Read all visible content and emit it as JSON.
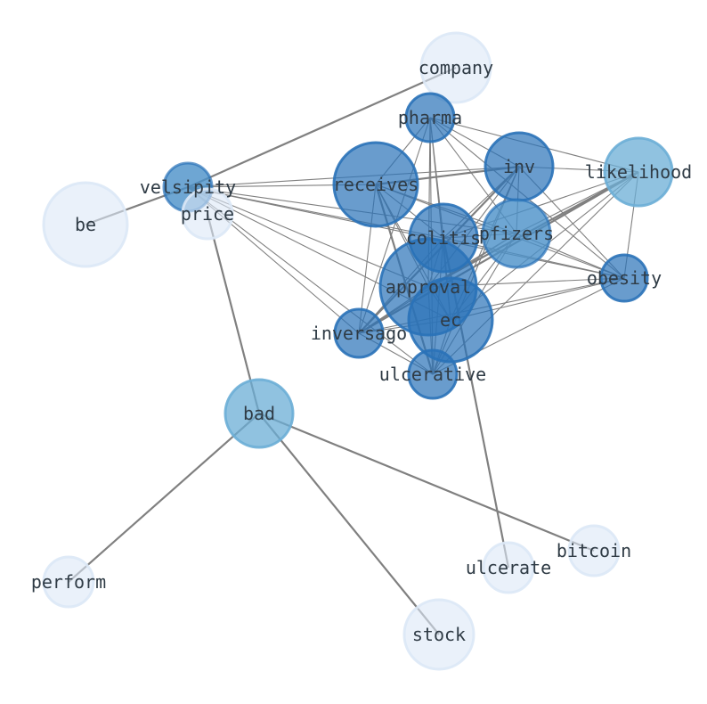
{
  "graph": {
    "colors": {
      "faint": "#dce8f6",
      "light": "#6baed6",
      "mid": "#4a90c8",
      "dark": "#2a72b8",
      "edge": "#808080",
      "label": "#2f3b45"
    },
    "nodes": [
      {
        "id": "company",
        "label": "company",
        "tone": "faint"
      },
      {
        "id": "pharma",
        "label": "pharma",
        "tone": "dark"
      },
      {
        "id": "inv",
        "label": "inv",
        "tone": "dark"
      },
      {
        "id": "likelihood",
        "label": "likelihood",
        "tone": "light"
      },
      {
        "id": "receives",
        "label": "receives",
        "tone": "dark"
      },
      {
        "id": "velsipity",
        "label": "velsipity",
        "tone": "mid"
      },
      {
        "id": "price",
        "label": "price",
        "tone": "faint"
      },
      {
        "id": "be",
        "label": "be",
        "tone": "faint"
      },
      {
        "id": "colitis",
        "label": "colitis",
        "tone": "dark"
      },
      {
        "id": "pfizers",
        "label": "pfizers",
        "tone": "mid"
      },
      {
        "id": "obesity",
        "label": "obesity",
        "tone": "dark"
      },
      {
        "id": "approval",
        "label": "approval",
        "tone": "dark"
      },
      {
        "id": "ec",
        "label": "ec",
        "tone": "dark"
      },
      {
        "id": "inversago",
        "label": "inversago",
        "tone": "dark"
      },
      {
        "id": "ulcerative",
        "label": "ulcerative",
        "tone": "dark"
      },
      {
        "id": "bad",
        "label": "bad",
        "tone": "light"
      },
      {
        "id": "bitcoin",
        "label": "bitcoin",
        "tone": "faint"
      },
      {
        "id": "ulcerate",
        "label": "ulcerate",
        "tone": "faint"
      },
      {
        "id": "perform",
        "label": "perform",
        "tone": "faint"
      },
      {
        "id": "stock",
        "label": "stock",
        "tone": "faint"
      }
    ],
    "edges": [
      {
        "source": "company",
        "target": "velsipity",
        "weight": 2
      },
      {
        "source": "velsipity",
        "target": "be",
        "weight": 2
      },
      {
        "source": "price",
        "target": "bad",
        "weight": 2
      },
      {
        "source": "bad",
        "target": "perform",
        "weight": 2
      },
      {
        "source": "bad",
        "target": "stock",
        "weight": 2
      },
      {
        "source": "bad",
        "target": "bitcoin",
        "weight": 2
      },
      {
        "source": "ulcerate",
        "target": "colitis",
        "weight": 2
      },
      {
        "source": "receives",
        "target": "inv",
        "weight": 2
      },
      {
        "source": "approval",
        "target": "likelihood",
        "weight": 2
      },
      {
        "source": "inversago",
        "target": "likelihood",
        "weight": 2
      },
      {
        "source": "receives",
        "target": "ulcerative",
        "weight": 2
      },
      {
        "source": "inversago",
        "target": "inv",
        "weight": 2
      },
      {
        "source": "pharma",
        "target": "inv",
        "weight": 1
      },
      {
        "source": "pharma",
        "target": "likelihood",
        "weight": 1
      },
      {
        "source": "pharma",
        "target": "receives",
        "weight": 1
      },
      {
        "source": "pharma",
        "target": "colitis",
        "weight": 1
      },
      {
        "source": "pharma",
        "target": "pfizers",
        "weight": 1
      },
      {
        "source": "pharma",
        "target": "obesity",
        "weight": 1
      },
      {
        "source": "pharma",
        "target": "approval",
        "weight": 1
      },
      {
        "source": "pharma",
        "target": "ec",
        "weight": 1
      },
      {
        "source": "pharma",
        "target": "inversago",
        "weight": 1
      },
      {
        "source": "pharma",
        "target": "ulcerative",
        "weight": 1
      },
      {
        "source": "inv",
        "target": "likelihood",
        "weight": 1
      },
      {
        "source": "inv",
        "target": "colitis",
        "weight": 1
      },
      {
        "source": "inv",
        "target": "pfizers",
        "weight": 1
      },
      {
        "source": "inv",
        "target": "obesity",
        "weight": 1
      },
      {
        "source": "inv",
        "target": "approval",
        "weight": 1
      },
      {
        "source": "inv",
        "target": "ec",
        "weight": 1
      },
      {
        "source": "inv",
        "target": "ulcerative",
        "weight": 1
      },
      {
        "source": "likelihood",
        "target": "colitis",
        "weight": 1
      },
      {
        "source": "likelihood",
        "target": "pfizers",
        "weight": 1
      },
      {
        "source": "likelihood",
        "target": "obesity",
        "weight": 1
      },
      {
        "source": "likelihood",
        "target": "ec",
        "weight": 1
      },
      {
        "source": "likelihood",
        "target": "ulcerative",
        "weight": 1
      },
      {
        "source": "velsipity",
        "target": "receives",
        "weight": 1
      },
      {
        "source": "velsipity",
        "target": "inv",
        "weight": 1
      },
      {
        "source": "velsipity",
        "target": "colitis",
        "weight": 1
      },
      {
        "source": "velsipity",
        "target": "pfizers",
        "weight": 1
      },
      {
        "source": "velsipity",
        "target": "obesity",
        "weight": 1
      },
      {
        "source": "velsipity",
        "target": "approval",
        "weight": 1
      },
      {
        "source": "velsipity",
        "target": "ec",
        "weight": 1
      },
      {
        "source": "velsipity",
        "target": "inversago",
        "weight": 1
      },
      {
        "source": "velsipity",
        "target": "ulcerative",
        "weight": 1
      },
      {
        "source": "receives",
        "target": "colitis",
        "weight": 1
      },
      {
        "source": "receives",
        "target": "pfizers",
        "weight": 1
      },
      {
        "source": "receives",
        "target": "obesity",
        "weight": 1
      },
      {
        "source": "receives",
        "target": "approval",
        "weight": 1
      },
      {
        "source": "receives",
        "target": "ec",
        "weight": 1
      },
      {
        "source": "receives",
        "target": "inversago",
        "weight": 1
      },
      {
        "source": "colitis",
        "target": "pfizers",
        "weight": 1
      },
      {
        "source": "colitis",
        "target": "obesity",
        "weight": 1
      },
      {
        "source": "colitis",
        "target": "approval",
        "weight": 1
      },
      {
        "source": "colitis",
        "target": "ec",
        "weight": 1
      },
      {
        "source": "colitis",
        "target": "inversago",
        "weight": 1
      },
      {
        "source": "colitis",
        "target": "ulcerative",
        "weight": 1
      },
      {
        "source": "pfizers",
        "target": "obesity",
        "weight": 1
      },
      {
        "source": "pfizers",
        "target": "approval",
        "weight": 1
      },
      {
        "source": "pfizers",
        "target": "ec",
        "weight": 1
      },
      {
        "source": "pfizers",
        "target": "inversago",
        "weight": 1
      },
      {
        "source": "pfizers",
        "target": "ulcerative",
        "weight": 1
      },
      {
        "source": "obesity",
        "target": "approval",
        "weight": 1
      },
      {
        "source": "obesity",
        "target": "ec",
        "weight": 1
      },
      {
        "source": "obesity",
        "target": "inversago",
        "weight": 1
      },
      {
        "source": "obesity",
        "target": "ulcerative",
        "weight": 1
      },
      {
        "source": "approval",
        "target": "ec",
        "weight": 1
      },
      {
        "source": "approval",
        "target": "inversago",
        "weight": 1
      },
      {
        "source": "approval",
        "target": "ulcerative",
        "weight": 1
      },
      {
        "source": "ec",
        "target": "inversago",
        "weight": 1
      },
      {
        "source": "ec",
        "target": "ulcerative",
        "weight": 1
      },
      {
        "source": "inversago",
        "target": "ulcerative",
        "weight": 1
      }
    ]
  }
}
